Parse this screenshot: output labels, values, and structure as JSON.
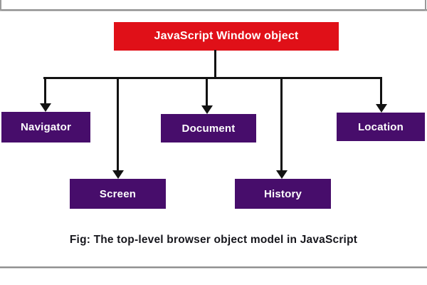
{
  "diagram": {
    "root": {
      "label": "JavaScript Window object"
    },
    "children": [
      {
        "id": "navigator",
        "label": "Navigator"
      },
      {
        "id": "screen",
        "label": "Screen"
      },
      {
        "id": "document",
        "label": "Document"
      },
      {
        "id": "history",
        "label": "History"
      },
      {
        "id": "location",
        "label": "Location"
      }
    ],
    "caption": "Fig: The top-level browser object model in JavaScript",
    "colors": {
      "root_bg": "#e01018",
      "child_bg": "#470d6b",
      "node_text": "#ffffff",
      "connector": "#121212",
      "frame_rule": "#8f8f8f",
      "caption_text": "#17171d"
    }
  }
}
